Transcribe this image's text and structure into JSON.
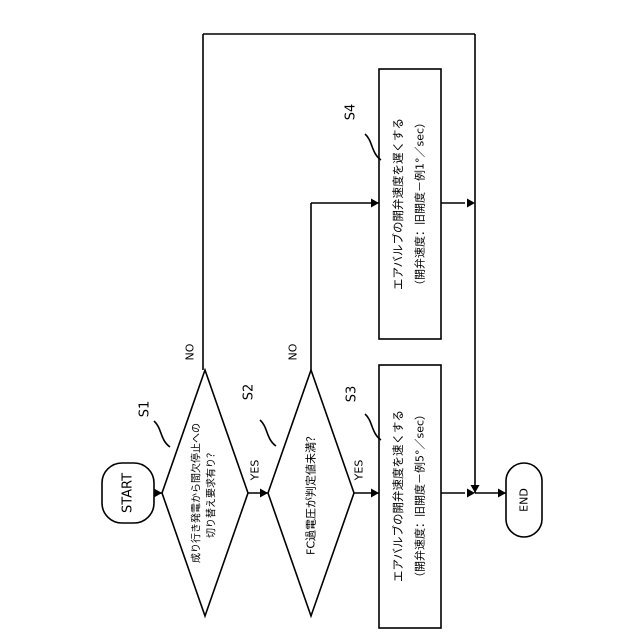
{
  "flowchart": {
    "start": "START",
    "end": "END",
    "steps": {
      "s1": {
        "id": "S1",
        "line1": "成り行き発電から間欠停止への",
        "line2": "切り替え要求有り？"
      },
      "s2": {
        "id": "S2",
        "text": "FC過電圧が判定値未満？"
      },
      "s3": {
        "id": "S3",
        "line1": "エアバルブの開弁速度を速くする",
        "line2": "（開弁速度：旧開度－例5°／sec）"
      },
      "s4": {
        "id": "S4",
        "line1": "エアバルブの開弁速度を遅くする",
        "line2": "（開弁速度：旧開度－例1°／sec）"
      }
    },
    "branch_labels": {
      "s1_yes": "YES",
      "s1_no": "NO",
      "s2_yes": "YES",
      "s2_no": "NO"
    }
  }
}
